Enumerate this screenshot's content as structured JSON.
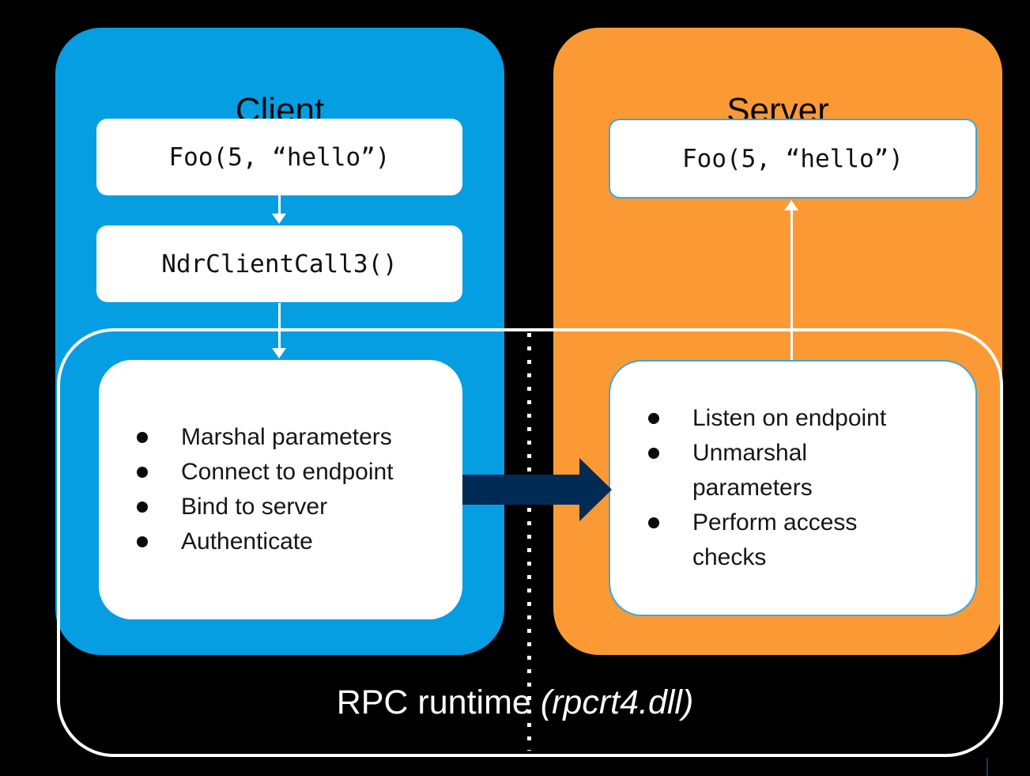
{
  "diagram": {
    "client": {
      "title": "Client",
      "call_box": "Foo(5, “hello”)",
      "stub_box": "NdrClientCall3()",
      "runtime_steps": [
        "Marshal parameters",
        "Connect to endpoint",
        "Bind to server",
        "Authenticate"
      ]
    },
    "server": {
      "title": "Server",
      "call_box": "Foo(5, “hello”)",
      "runtime_steps": [
        "Listen on endpoint",
        "Unmarshal parameters",
        "Perform access checks"
      ]
    },
    "runtime_label": {
      "prefix": "RPC runtime ",
      "module": "(rpcrt4.dll)"
    },
    "colors": {
      "background": "#000000",
      "client_panel": "#059ee3",
      "server_panel": "#fb9a35",
      "transport_arrow": "#012b55",
      "server_box_border": "#3ba7da",
      "runtime_outline": "#ffffff",
      "box_fill": "#ffffff",
      "text_dark": "#111111",
      "text_light": "#ffffff"
    }
  }
}
